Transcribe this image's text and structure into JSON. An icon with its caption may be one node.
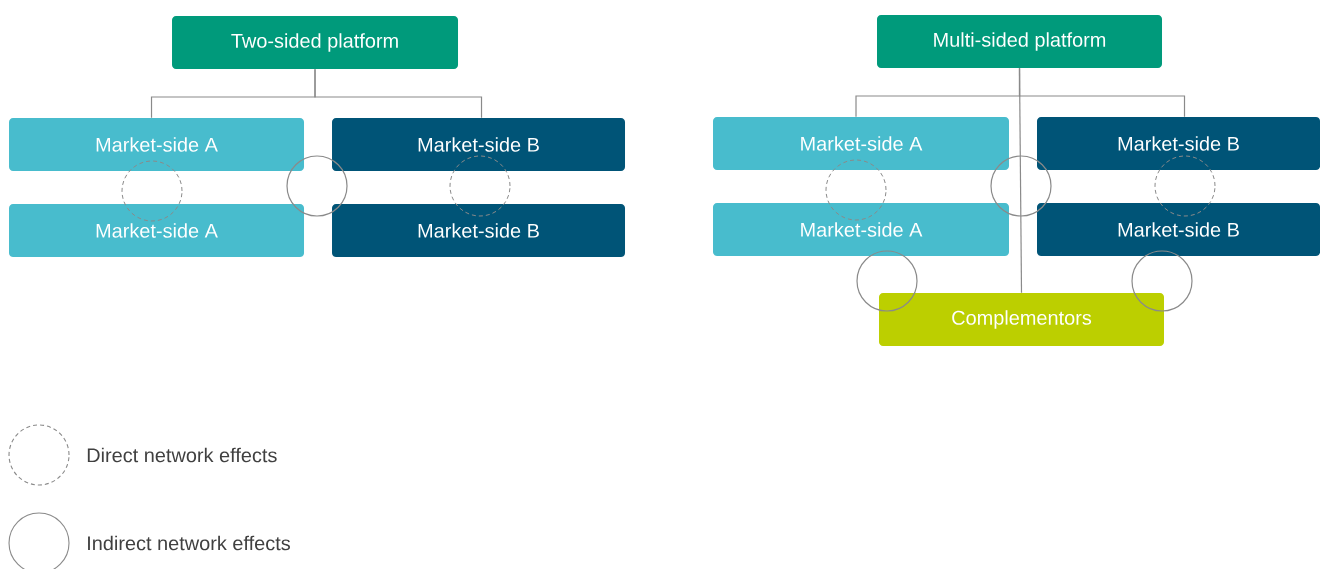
{
  "diagram": {
    "nodes": [
      {
        "text": [
          "Two-sided platform"
        ]
      },
      {
        "text": [
          "Market-side A"
        ]
      },
      {
        "text": [
          "Market-side B"
        ]
      },
      {
        "text": [
          "Market-side A"
        ]
      },
      {
        "text": [
          "Market-side B"
        ]
      },
      {
        "text": [
          "Multi-sided platform"
        ]
      },
      {
        "text": [
          "Market-side A"
        ]
      },
      {
        "text": [
          "Market-side B"
        ]
      },
      {
        "text": [
          "Market-side A"
        ]
      },
      {
        "text": [
          "Market-side B"
        ]
      },
      {
        "text": [
          "Complementors"
        ]
      }
    ],
    "edges": [
      {
        "from": 0,
        "to": 1,
        "arrow": "none"
      },
      {
        "from": 0,
        "to": 2,
        "arrow": "none"
      },
      {
        "from": 5,
        "to": 6,
        "arrow": "none"
      },
      {
        "from": 5,
        "to": 7,
        "arrow": "none"
      },
      {
        "from": 5,
        "to": 10,
        "arrow": "none"
      }
    ],
    "legend": [
      {
        "text": "Direct network effects"
      },
      {
        "text": "Indirect network effects"
      }
    ]
  }
}
